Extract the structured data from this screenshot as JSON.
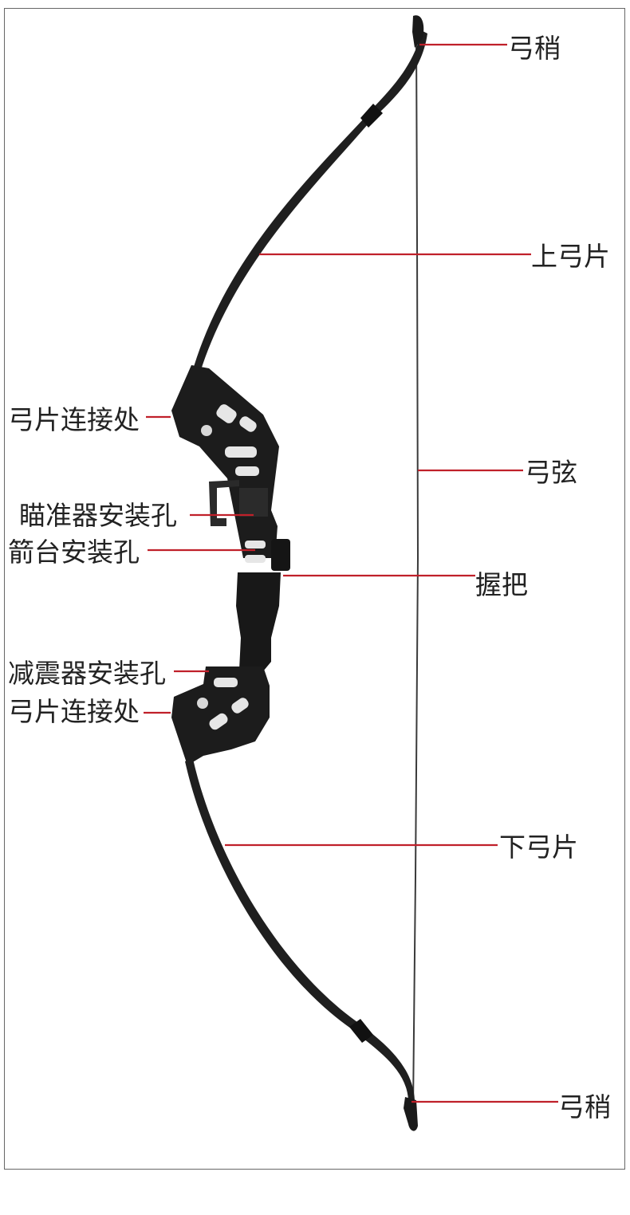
{
  "labels": {
    "top_nock": "弓稍",
    "upper_limb": "上弓片",
    "limb_joint_upper": "弓片连接处",
    "bow_string": "弓弦",
    "sight_mount_hole": "瞄准器安装孔",
    "arrow_rest_hole": "箭台安装孔",
    "grip": "握把",
    "stabilizer_hole": "减震器安装孔",
    "limb_joint_lower": "弓片连接处",
    "lower_limb": "下弓片",
    "bottom_nock": "弓稍"
  },
  "colors": {
    "leader_line": "#c0202a",
    "bow_body": "#1c1c1c",
    "string": "#3a3a3a",
    "label_text": "#222222"
  }
}
